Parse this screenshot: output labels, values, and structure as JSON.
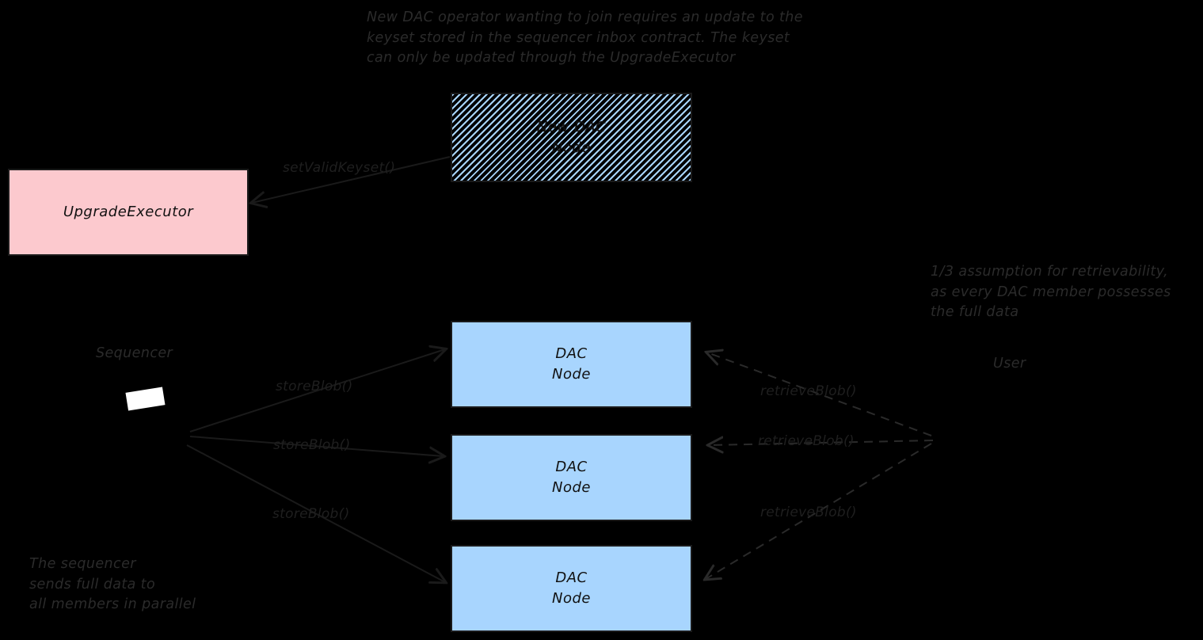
{
  "diagram": {
    "title_note": "New DAC operator wanting to join requires an update to the\nkeyset stored in the sequencer inbox contract. The keyset\ncan only be updated through the UpgradeExecutor",
    "retrievability_note": "1/3 assumption for retrievability,\nas every DAC member possesses\nthe full data",
    "sequencer_note": "The sequencer\nsends full data to\nall members in parallel",
    "labels": {
      "sequencer": "Sequencer",
      "user": "User"
    },
    "boxes": {
      "upgrade_executor": {
        "label": "UpgradeExecutor"
      },
      "new_dac_node": {
        "line1": "New DAC",
        "line2": "Node"
      },
      "dac_node_1": {
        "line1": "DAC",
        "line2": "Node"
      },
      "dac_node_2": {
        "line1": "DAC",
        "line2": "Node"
      },
      "dac_node_3": {
        "line1": "DAC",
        "line2": "Node"
      }
    },
    "edges": {
      "set_valid_keyset": "setValidKeyset()",
      "store_blob_1": "storeBlob()",
      "store_blob_2": "storeBlob()",
      "store_blob_3": "storeBlob()",
      "retrieve_blob_1": "retrieveBlob()",
      "retrieve_blob_2": "retrieveBlob()",
      "retrieve_blob_3": "retrieveBlob()"
    },
    "colors": {
      "background": "#000000",
      "upgrade_executor_fill": "#fcc9ce",
      "dac_node_fill": "#a8d5fe",
      "stroke": "#1a1a1a",
      "text": "#2b2b2b"
    }
  }
}
